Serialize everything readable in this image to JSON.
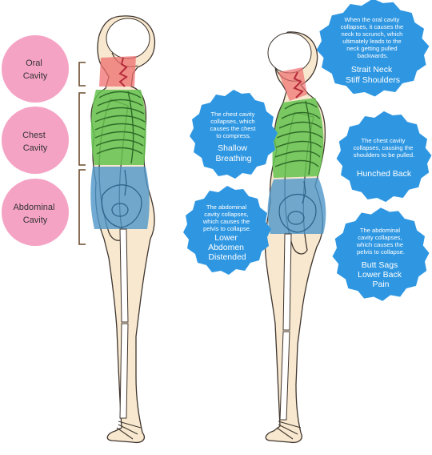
{
  "cavities": [
    {
      "id": "oral",
      "lines": [
        "Oral",
        "Cavity"
      ],
      "color": "#ef7f7f"
    },
    {
      "id": "chest",
      "lines": [
        "Chest",
        "Cavity"
      ],
      "color": "#5fbf4a"
    },
    {
      "id": "abdominal",
      "lines": [
        "Abdominal",
        "Cavity"
      ],
      "color": "#4f97c9"
    }
  ],
  "badges": [
    {
      "id": "neck",
      "small": [
        "When the oral cavity",
        "collapses, it causes the",
        "neck to scrunch, which",
        "ultimately leads to the",
        "neck getting pulled",
        "backwards."
      ],
      "big": [
        "Strait Neck",
        "Stiff Shoulders"
      ]
    },
    {
      "id": "shallow",
      "small": [
        "The chest cavity",
        "collapses, which",
        "causes the chest",
        "to compress."
      ],
      "big": [
        "Shallow",
        "Breathing"
      ]
    },
    {
      "id": "hunched",
      "small": [
        "The chest cavity",
        "collapses, causing the",
        "shoulders to be pulled."
      ],
      "big": [
        "Hunched Back"
      ]
    },
    {
      "id": "abdomen",
      "small": [
        "The abdominal",
        "cavity collapses,",
        "which causes the",
        "pelvis to collapse."
      ],
      "big": [
        "Lower",
        "Abdomen",
        "Distended"
      ]
    },
    {
      "id": "butt",
      "small": [
        "The abdominal",
        "cavity collapses,",
        "which causes the",
        "pelvis to collapse."
      ],
      "big": [
        "Butt Sags",
        "Lower Back",
        "Pain"
      ]
    }
  ],
  "colors": {
    "label_circle": "#f5a3c4",
    "badge": "#2f97e2",
    "bracket": "#6b4a2b",
    "skin": "#f7e8cf"
  }
}
